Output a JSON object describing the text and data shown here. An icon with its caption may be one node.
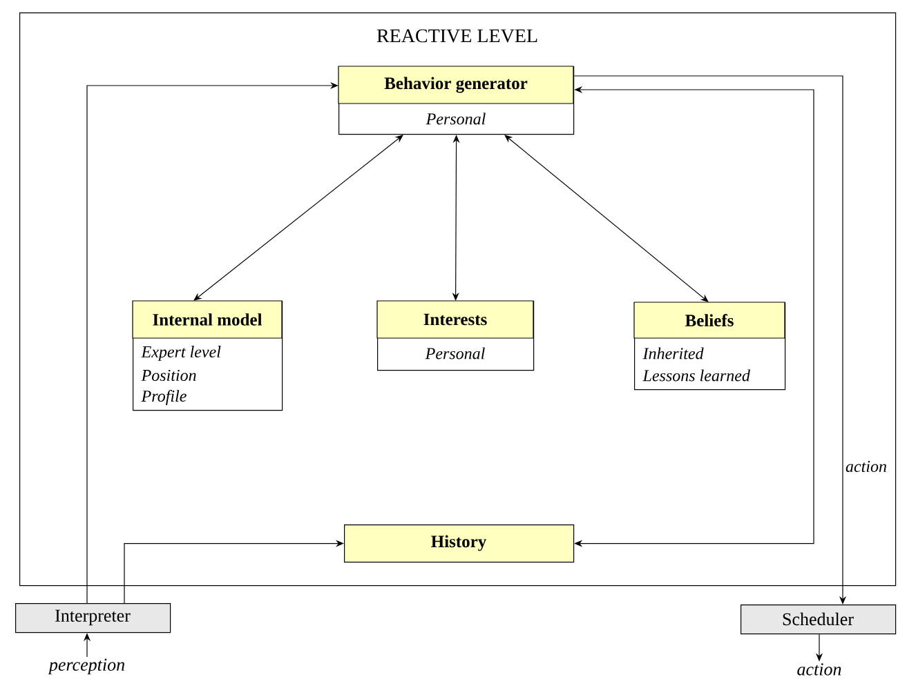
{
  "diagram": {
    "nodes": [
      {
        "text": [
          "REACTIVE LEVEL"
        ]
      },
      {
        "text": [
          "Behavior generator",
          "Personal"
        ],
        "in": 0
      },
      {
        "text": [
          "Internal model",
          "Expert level",
          "Position",
          "Profile"
        ],
        "in": 0
      },
      {
        "text": [
          "Interests",
          "Personal"
        ],
        "in": 0
      },
      {
        "text": [
          "Beliefs",
          "Inherited",
          "Lessons learned"
        ],
        "in": 0
      },
      {
        "text": [
          "History"
        ],
        "in": 0
      },
      {
        "text": [
          "Interpreter"
        ]
      },
      {
        "text": [
          "Scheduler"
        ]
      },
      {
        "text": [
          "perception"
        ]
      },
      {
        "text": [
          "action"
        ]
      }
    ],
    "edges": [
      {
        "from": 1,
        "to": 2,
        "arrow": "both"
      },
      {
        "from": 1,
        "to": 3,
        "arrow": "both"
      },
      {
        "from": 1,
        "to": 4,
        "arrow": "both"
      },
      {
        "from": 6,
        "to": 1,
        "arrow": "to"
      },
      {
        "from": 6,
        "to": 5,
        "arrow": "to"
      },
      {
        "from": 1,
        "to": 7,
        "arrow": "to",
        "label": "action"
      },
      {
        "from": 1,
        "to": 5,
        "arrow": "both"
      },
      {
        "from": 8,
        "to": 6,
        "arrow": "to"
      },
      {
        "from": 7,
        "to": 9,
        "arrow": "to"
      }
    ]
  }
}
